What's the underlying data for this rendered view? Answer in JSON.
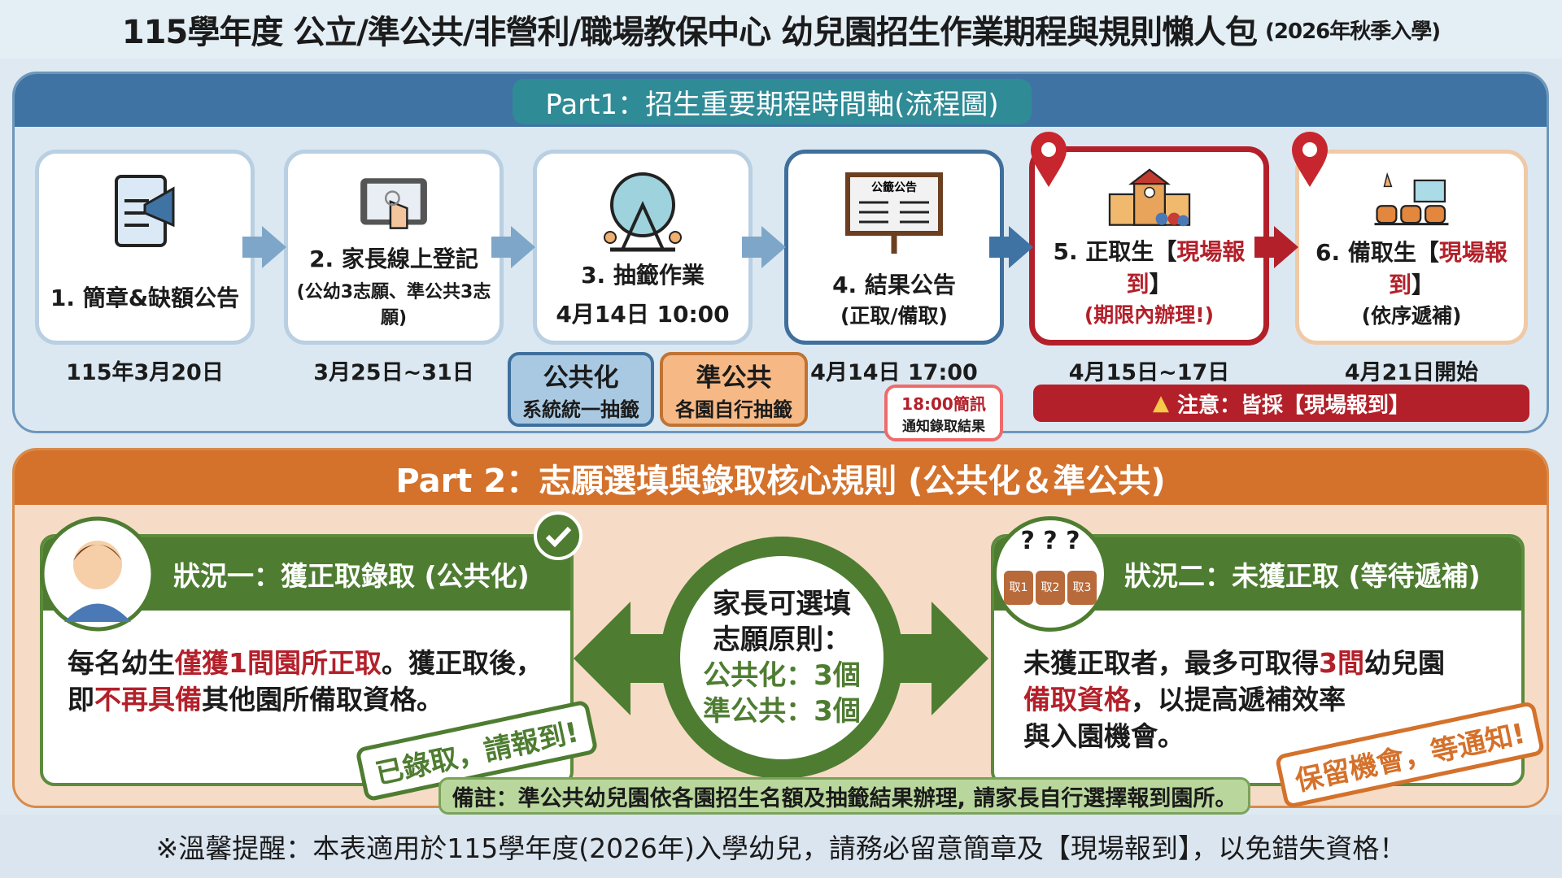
{
  "title": {
    "main": "115學年度 公立/準公共/非營利/職場教保中心 幼兒園招生作業期程與規則懶人包",
    "sub": "(2026年秋季入學)"
  },
  "part1": {
    "heading": "Part1：招生重要期程時間軸(流程圖)",
    "steps": [
      {
        "title": "1. 簡章&缺額公告",
        "sub": "",
        "date": "115年3月20日",
        "icon": "megaphone-document-icon"
      },
      {
        "title": "2. 家長線上登記",
        "sub": "(公幼3志願、準公共3志願)",
        "date": "3月25日~31日",
        "icon": "tablet-tap-icon"
      },
      {
        "title": "3. 抽籤作業",
        "sub": "4月14日 10:00",
        "date": "",
        "icon": "lottery-drum-icon"
      },
      {
        "title": "4. 結果公告",
        "sub": "(正取/備取)",
        "date": "4月14日 17:00",
        "icon": "notice-board-icon",
        "board_label": "公籤公告"
      },
      {
        "title": "5. 正取生【",
        "title_red": "現場報到",
        "title_end": "】",
        "sub": "(期限內辦理!)",
        "date": "4月15日~17日",
        "icon": "school-building-icon"
      },
      {
        "title": "6. 備取生【",
        "title_red": "現場報到",
        "title_end": "】",
        "sub": "(依序遞補)",
        "date": "4月21日開始",
        "icon": "waiting-chairs-icon"
      }
    ],
    "lottery_public": {
      "title": "公共化",
      "sub": "系統統一抽籤"
    },
    "lottery_quasi": {
      "title": "準公共",
      "sub": "各園自行抽籤"
    },
    "sms": {
      "time": "18:00簡訊",
      "text": "通知錄取結果"
    },
    "notice": "注意：皆採【現場報到】"
  },
  "part2": {
    "heading": "Part 2：志願選填與錄取核心規則 (公共化＆準公共)",
    "case1": {
      "title": "狀況一：獲正取錄取 (公共化)",
      "l1a": "每名幼生",
      "l1b": "僅獲1間園所正取",
      "l1c": "。獲正取後，",
      "l2a": "即",
      "l2b": "不再具備",
      "l2c": "其他園所備取資格。",
      "stamp": "已錄取，請報到!"
    },
    "center": {
      "l1": "家長可選填",
      "l2": "志願原則：",
      "l3": "公共化：3個",
      "l4": "準公共：3個"
    },
    "case2": {
      "title": "狀況二：未獲正取 (等待遞補)",
      "l1a": "未獲正取者，最多可取得",
      "l1b": "3間",
      "l1c": "幼兒園",
      "l2a": "備取資格",
      "l2b": "，以提高遞補效率",
      "l3": "與入園機會。",
      "stamp": "保留機會，等通知!",
      "chairs": [
        "取1",
        "取2",
        "取3"
      ]
    },
    "note": "備註：準公共幼兒園依各園招生名額及抽籤結果辦理, 請家長自行選擇報到園所。"
  },
  "footer": "※溫馨提醒：本表適用於115學年度(2026年)入學幼兒，請務必留意簡章及【現場報到】，以免錯失資格！",
  "colors": {
    "blue": "#3f73a3",
    "teal": "#2f8b96",
    "orange": "#d4712b",
    "green": "#4e7d31",
    "red": "#b3202a"
  }
}
